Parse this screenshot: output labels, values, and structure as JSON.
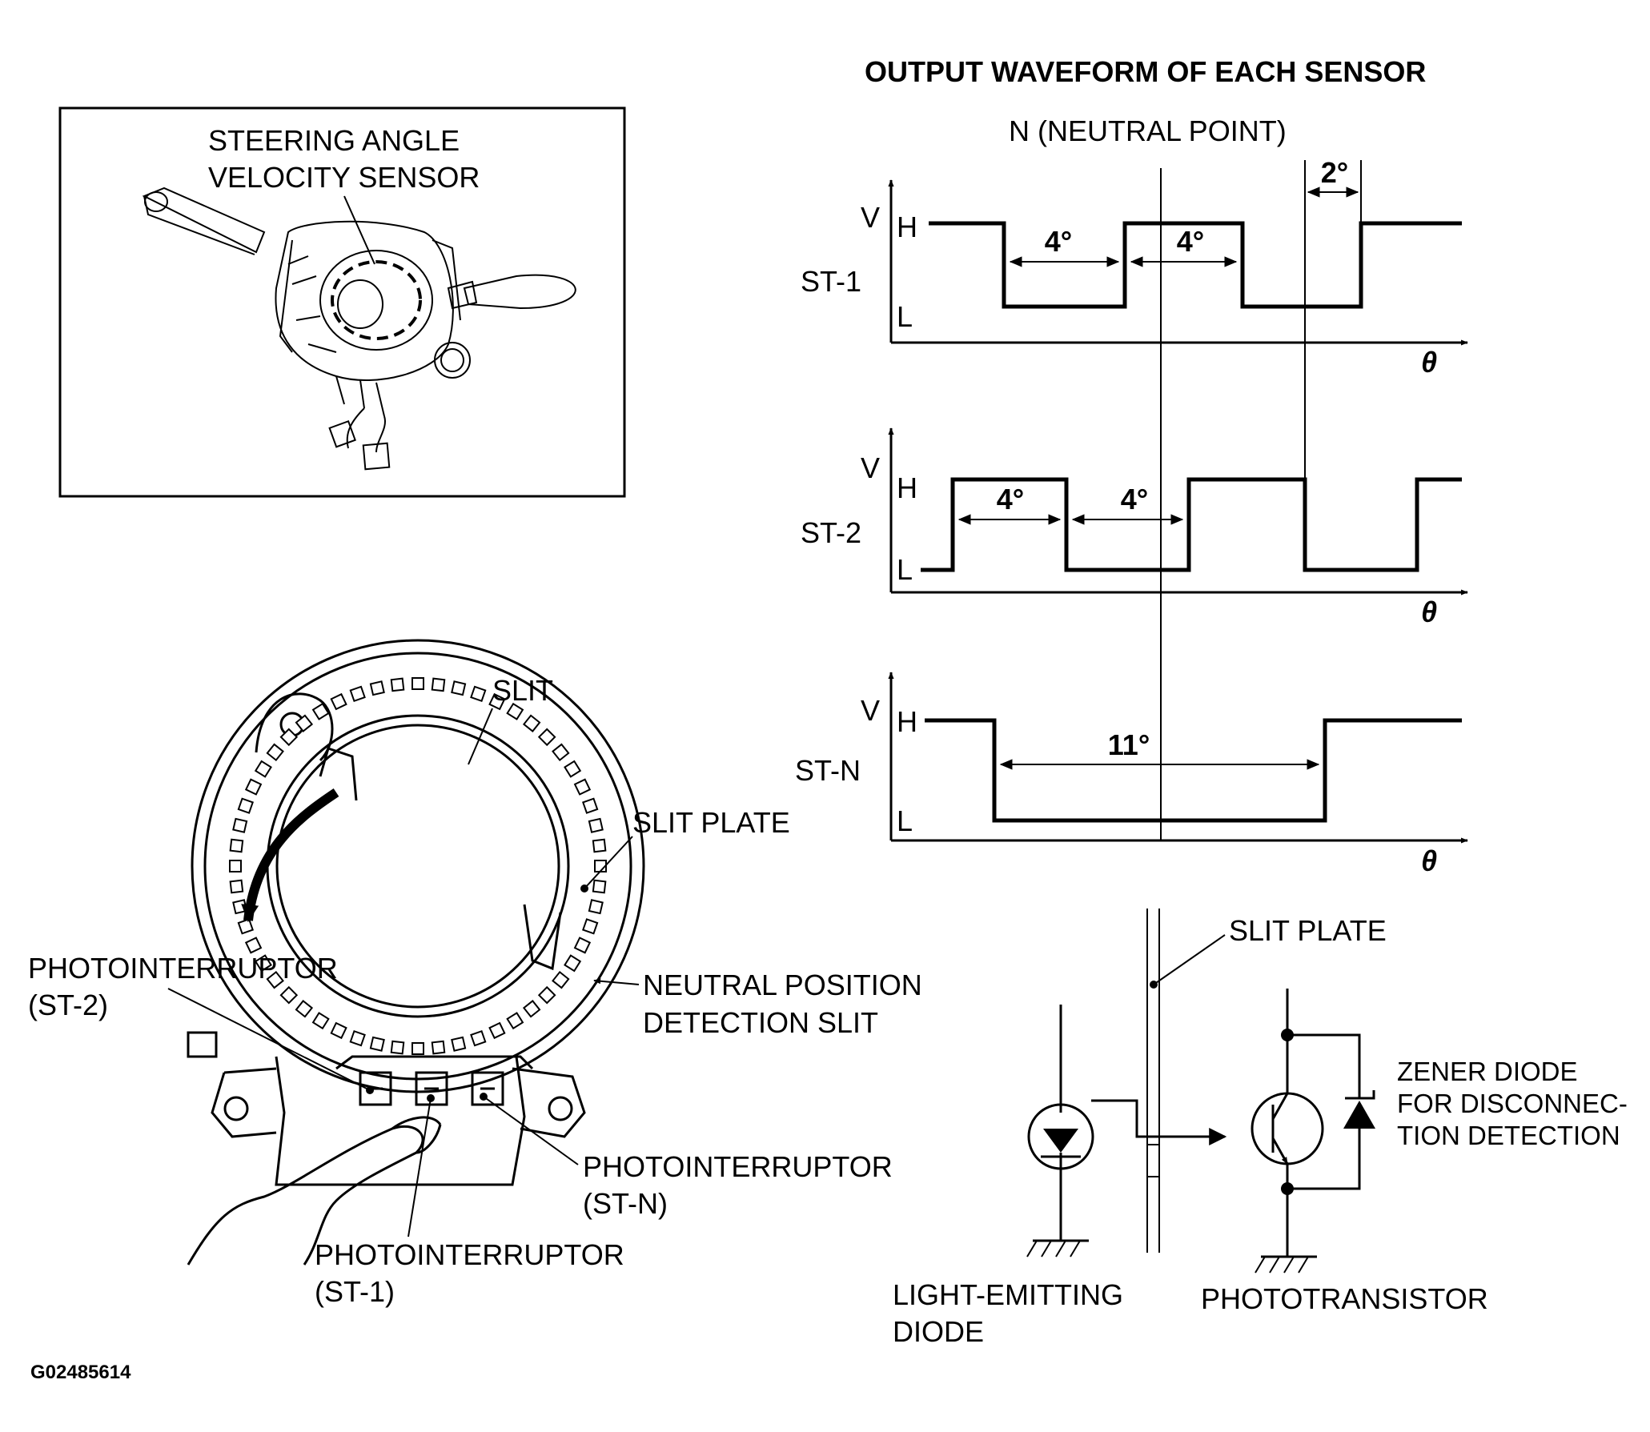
{
  "title": "OUTPUT WAVEFORM OF EACH SENSOR",
  "neutral_point_label": "N (NEUTRAL POINT)",
  "figure_code": "G02485614",
  "inset": {
    "label_line1": "STEERING ANGLE",
    "label_line2": "VELOCITY SENSOR"
  },
  "slit_plate_figure": {
    "slit": "SLIT",
    "slit_plate": "SLIT PLATE",
    "neutral_line1": "NEUTRAL POSITION",
    "neutral_line2": "DETECTION SLIT",
    "pi_st2_line1": "PHOTOINTERRUPTOR",
    "pi_st2_line2": "(ST-2)",
    "pi_stn_line1": "PHOTOINTERRUPTOR",
    "pi_stn_line2": "(ST-N)",
    "pi_st1_line1": "PHOTOINTERRUPTOR",
    "pi_st1_line2": "(ST-1)"
  },
  "waveforms": [
    {
      "name": "ST-1",
      "v": "V",
      "h": "H",
      "l": "L",
      "theta": "θ",
      "dims": [
        "4°",
        "4°",
        "2°"
      ]
    },
    {
      "name": "ST-2",
      "v": "V",
      "h": "H",
      "l": "L",
      "theta": "θ",
      "dims": [
        "4°",
        "4°"
      ]
    },
    {
      "name": "ST-N",
      "v": "V",
      "h": "H",
      "l": "L",
      "theta": "θ",
      "dims": [
        "11°"
      ]
    }
  ],
  "circuit": {
    "slit_plate": "SLIT PLATE",
    "led_line1": "LIGHT-EMITTING",
    "led_line2": "DIODE",
    "phototransistor": "PHOTOTRANSISTOR",
    "zener_line1": "ZENER DIODE",
    "zener_line2": "FOR DISCONNEC-",
    "zener_line3": "TION DETECTION"
  }
}
